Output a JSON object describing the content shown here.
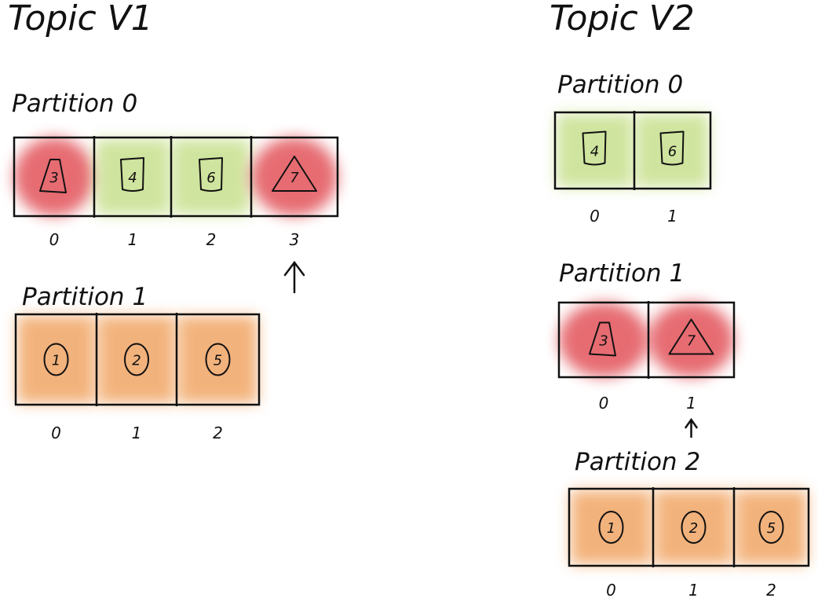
{
  "colors": {
    "red": "#e2525a",
    "green": "#c4de86",
    "orange": "#f0a05c",
    "ink": "#111111"
  },
  "topics": [
    {
      "title": "Topic V1",
      "partitions": [
        {
          "label": "Partition 0",
          "messages": [
            {
              "value": "3",
              "shape": "trapezoid",
              "color": "red"
            },
            {
              "value": "4",
              "shape": "cup",
              "color": "green"
            },
            {
              "value": "6",
              "shape": "cup",
              "color": "green"
            },
            {
              "value": "7",
              "shape": "triangle",
              "color": "red"
            }
          ],
          "offsets": [
            "0",
            "1",
            "2",
            "3"
          ],
          "pointer_at": 3
        },
        {
          "label": "Partition 1",
          "messages": [
            {
              "value": "1",
              "shape": "circle",
              "color": "orange"
            },
            {
              "value": "2",
              "shape": "circle",
              "color": "orange"
            },
            {
              "value": "5",
              "shape": "circle",
              "color": "orange"
            }
          ],
          "offsets": [
            "0",
            "1",
            "2"
          ],
          "pointer_at": null
        }
      ]
    },
    {
      "title": "Topic V2",
      "partitions": [
        {
          "label": "Partition 0",
          "messages": [
            {
              "value": "4",
              "shape": "cup",
              "color": "green"
            },
            {
              "value": "6",
              "shape": "cup",
              "color": "green"
            }
          ],
          "offsets": [
            "0",
            "1"
          ],
          "pointer_at": null
        },
        {
          "label": "Partition 1",
          "messages": [
            {
              "value": "3",
              "shape": "trapezoid",
              "color": "red"
            },
            {
              "value": "7",
              "shape": "triangle",
              "color": "red"
            }
          ],
          "offsets": [
            "0",
            "1"
          ],
          "pointer_at": 1
        },
        {
          "label": "Partition 2",
          "messages": [
            {
              "value": "1",
              "shape": "circle",
              "color": "orange"
            },
            {
              "value": "2",
              "shape": "circle",
              "color": "orange"
            },
            {
              "value": "5",
              "shape": "circle",
              "color": "orange"
            }
          ],
          "offsets": [
            "0",
            "1",
            "2"
          ],
          "pointer_at": null
        }
      ]
    }
  ]
}
